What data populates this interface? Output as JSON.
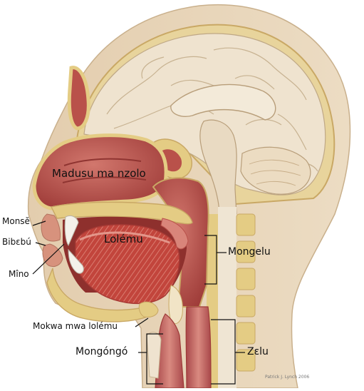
{
  "labels": {
    "nasal_cavity": "Madusu ma nzolo",
    "nose": "Monsĕ",
    "lips": "Bibɛbú",
    "teeth": "Mîno",
    "tongue": "Lolému",
    "pharynx": "Mongelu",
    "epiglottis": "Mokwa mwa lolému",
    "trachea": "Mongóngó",
    "esophagus": "Zɛlu"
  },
  "credit": "Patrick J. Lynch 2006",
  "colors": {
    "skin": "#e8d6bd",
    "skin_edge": "#c9b08c",
    "brain": "#efe3cf",
    "brain_line": "#bfa886",
    "bone": "#e4cc84",
    "cavity": "#b24b46",
    "cavity_light": "#d98a80",
    "muscle": "#c2453c",
    "muscle_stripe": "#e08a7d",
    "tube": "#c86a62"
  }
}
